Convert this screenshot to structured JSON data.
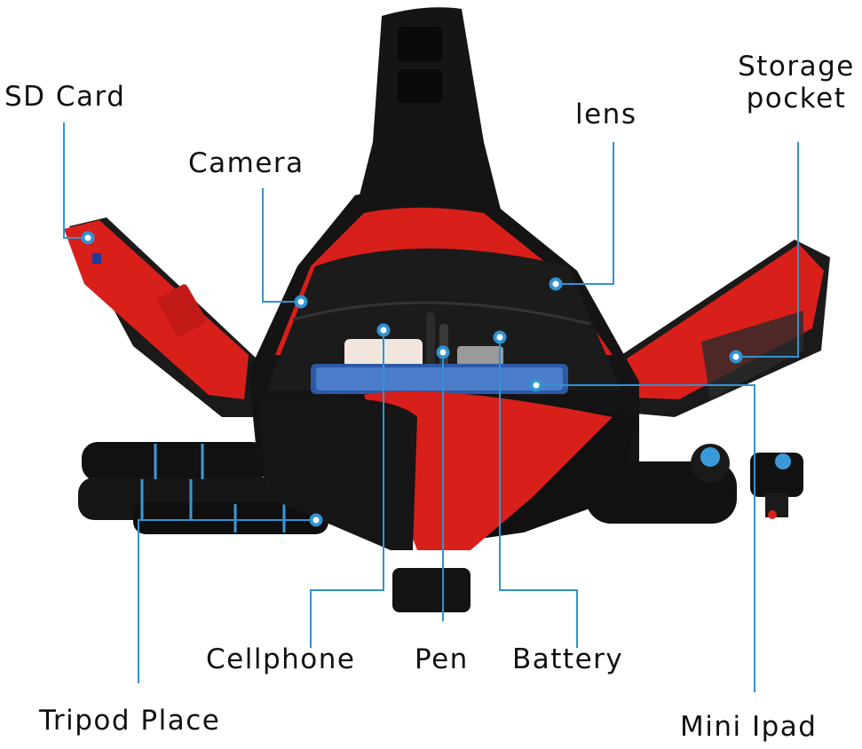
{
  "labels": {
    "sd_card": "SD Card",
    "camera": "Camera",
    "lens": "lens",
    "storage_pocket_line1": "Storage",
    "storage_pocket_line2": "pocket",
    "cellphone": "Cellphone",
    "pen": "Pen",
    "battery": "Battery",
    "tripod_place": "Tripod Place",
    "mini_ipad": "Mini Ipad"
  },
  "colors": {
    "leader_line": "#2f93d3",
    "bag_black": "#141414",
    "bag_red": "#d91f1a",
    "tripod_blue": "#3a9ad9"
  }
}
